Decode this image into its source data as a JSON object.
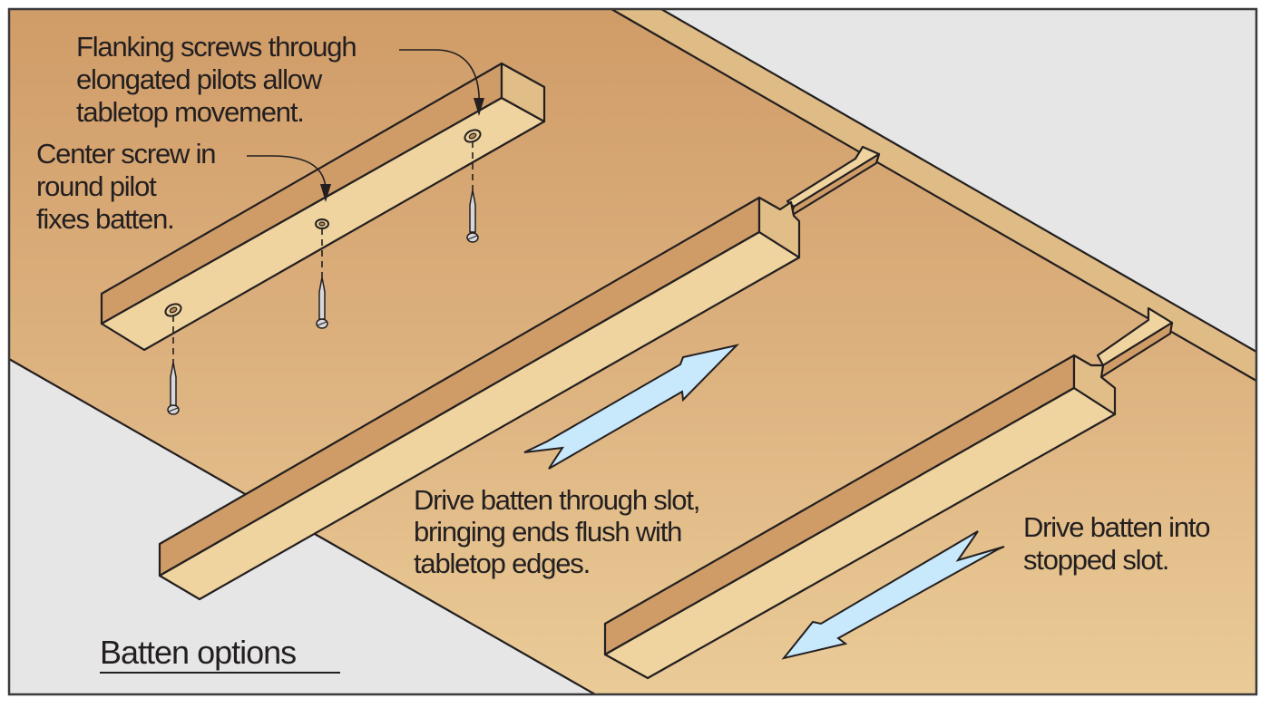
{
  "figure": {
    "title": "Batten options",
    "labels": {
      "flanking_screws": [
        "Flanking screws through",
        "elongated pilots allow",
        "tabletop movement."
      ],
      "center_screw": [
        "Center screw in",
        "round pilot",
        "fixes batten."
      ],
      "through_slot": [
        "Drive batten through slot,",
        "bringing ends flush with",
        "tabletop edges."
      ],
      "stopped_slot": [
        "Drive batten into",
        "stopped slot."
      ]
    },
    "colors": {
      "background": "#e6e6e6",
      "tabletop_top": "#d2a06c",
      "tabletop_bottom": "#e8c896",
      "tabletop_edge": "#dfbb85",
      "batten_side": "#cf9c67",
      "batten_top": "#efd49f",
      "batten_end": "#e1bd87",
      "arrow_fill": "#c8e8fb",
      "screw": "#d8d8dc",
      "ink": "#231f20"
    }
  }
}
